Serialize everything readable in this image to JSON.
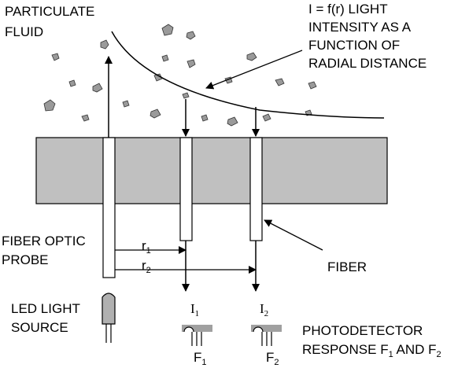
{
  "labels": {
    "particulate_fluid_line1": "PARTICULATE",
    "particulate_fluid_line2": "FLUID",
    "intensity_line1": "I = f(r) LIGHT",
    "intensity_line2": "INTENSITY AS A",
    "intensity_line3": "FUNCTION OF",
    "intensity_line4": "RADIAL DISTANCE",
    "probe_line1": "FIBER OPTIC",
    "probe_line2": "PROBE",
    "fiber": "FIBER",
    "led_line1": "LED LIGHT",
    "led_line2": "SOURCE",
    "photodetector_line1": "PHOTODETECTOR",
    "photodetector_line2_prefix": "RESPONSE F",
    "photodetector_line2_sub1": "1",
    "photodetector_line2_mid": " AND F",
    "photodetector_line2_sub2": "2",
    "r1_base": "r",
    "r1_sub": "1",
    "r2_base": "r",
    "r2_sub": "2",
    "i1_base": "I",
    "i1_sub": "1",
    "i2_base": "I",
    "i2_sub": "2",
    "f1_base": "F",
    "f1_sub": "1",
    "f2_base": "F",
    "f2_sub": "2"
  },
  "colors": {
    "probe_body": "#c0c0c0",
    "particle": "#9a9a9a",
    "detector": "#a0a0a0",
    "led": "#b0b0b0",
    "stroke": "#000000"
  }
}
